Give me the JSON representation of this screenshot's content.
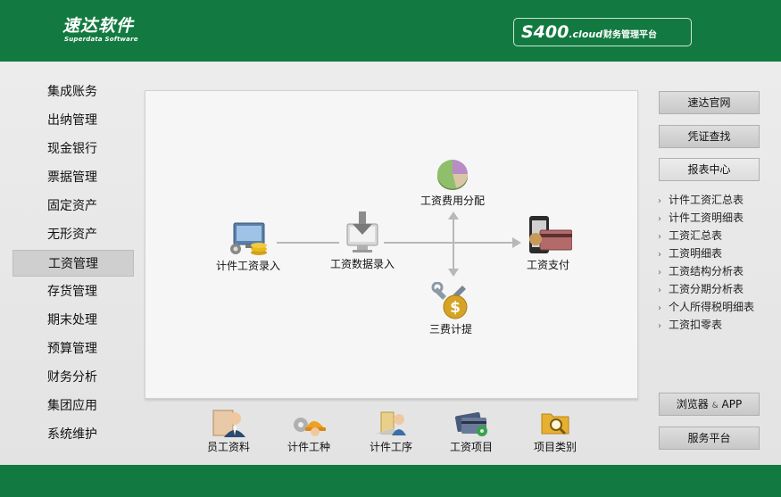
{
  "header": {
    "logo_cn": "速达软件",
    "logo_en": "Superdata Software",
    "platform_brand": "S400",
    "platform_brand_suffix": ".cloud",
    "platform_title": "财务管理平台"
  },
  "nav": {
    "active": "工资管理",
    "items": [
      {
        "label": "集成账务"
      },
      {
        "label": "出纳管理"
      },
      {
        "label": "现金银行"
      },
      {
        "label": "票据管理"
      },
      {
        "label": "固定资产"
      },
      {
        "label": "无形资产"
      },
      {
        "label": "工资管理"
      },
      {
        "label": "存货管理"
      },
      {
        "label": "期末处理"
      },
      {
        "label": "预算管理"
      },
      {
        "label": "财务分析"
      },
      {
        "label": "集团应用"
      },
      {
        "label": "系统维护"
      }
    ]
  },
  "flow": {
    "piece_wage_entry": "计件工资录入",
    "wage_data_entry": "工资数据录入",
    "wage_cost_allocation": "工资费用分配",
    "three_fees_provision": "三费计提",
    "wage_payment": "工资支付"
  },
  "toolbar": {
    "items": [
      {
        "label": "员工资料",
        "icon": "employee-icon"
      },
      {
        "label": "计件工种",
        "icon": "worker-icon"
      },
      {
        "label": "计件工序",
        "icon": "process-icon"
      },
      {
        "label": "工资项目",
        "icon": "wage-item-icon"
      },
      {
        "label": "项目类别",
        "icon": "category-search-icon"
      }
    ]
  },
  "right": {
    "official_site": "速达官网",
    "voucher_query": "凭证查找",
    "report_center": "报表中心",
    "reports": [
      {
        "label": "计件工资汇总表"
      },
      {
        "label": "计件工资明细表"
      },
      {
        "label": "工资汇总表"
      },
      {
        "label": "工资明细表"
      },
      {
        "label": "工资结构分析表"
      },
      {
        "label": "工资分期分析表"
      },
      {
        "label": "个人所得税明细表"
      },
      {
        "label": "工资扣零表"
      }
    ],
    "browser_app_prefix": "浏览器",
    "browser_app_amp": "&",
    "browser_app_suffix": "APP",
    "service_platform": "服务平台"
  },
  "colors": {
    "brand_green": "#127a40",
    "panel_bg": "#f6f6f6",
    "active_nav": "#cfcfcf"
  }
}
